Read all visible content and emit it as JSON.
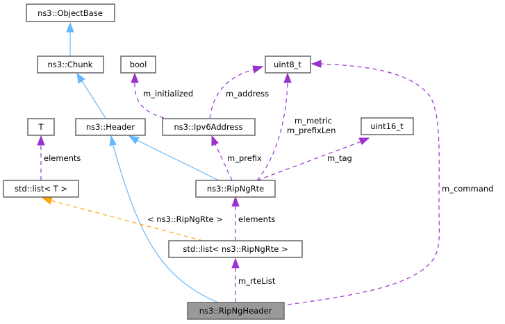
{
  "diagram": {
    "type": "collaboration-graph",
    "focus_node": "ns3::RipNgHeader",
    "nodes": {
      "objectbase": "ns3::ObjectBase",
      "chunk": "ns3::Chunk",
      "bool": "bool",
      "uint8": "uint8_t",
      "t": "T",
      "header": "ns3::Header",
      "ipv6address": "ns3::Ipv6Address",
      "uint16": "uint16_t",
      "stdlist_t": "std::list< T >",
      "ripngrte": "ns3::RipNgRte",
      "stdlist_rte": "std::list< ns3::RipNgRte >",
      "ripngheader": "ns3::RipNgHeader"
    },
    "edge_labels": {
      "m_initialized": "m_initialized",
      "m_address": "m_address",
      "m_metric": "m_metric",
      "m_prefixLen": "m_prefixLen",
      "m_tag": "m_tag",
      "m_prefix": "m_prefix",
      "elements_t": "elements",
      "template_arg": "< ns3::RipNgRte >",
      "elements_rte": "elements",
      "m_rteList": "m_rteList",
      "m_command": "m_command"
    },
    "edges": [
      {
        "from": "chunk",
        "to": "objectbase",
        "kind": "inheritance"
      },
      {
        "from": "header",
        "to": "chunk",
        "kind": "inheritance"
      },
      {
        "from": "ripngrte",
        "to": "header",
        "kind": "inheritance"
      },
      {
        "from": "ripngheader",
        "to": "header",
        "kind": "inheritance"
      },
      {
        "from": "ipv6address",
        "to": "bool",
        "kind": "usage",
        "label": "m_initialized"
      },
      {
        "from": "ipv6address",
        "to": "uint8",
        "kind": "usage",
        "label": "m_address"
      },
      {
        "from": "ripngrte",
        "to": "uint8",
        "kind": "usage",
        "label": "m_metric m_prefixLen"
      },
      {
        "from": "ripngrte",
        "to": "uint16",
        "kind": "usage",
        "label": "m_tag"
      },
      {
        "from": "ripngrte",
        "to": "ipv6address",
        "kind": "usage",
        "label": "m_prefix"
      },
      {
        "from": "stdlist_t",
        "to": "t",
        "kind": "usage",
        "label": "elements"
      },
      {
        "from": "stdlist_rte",
        "to": "stdlist_t",
        "kind": "template-instance",
        "label": "< ns3::RipNgRte >"
      },
      {
        "from": "stdlist_rte",
        "to": "ripngrte",
        "kind": "usage",
        "label": "elements"
      },
      {
        "from": "ripngheader",
        "to": "stdlist_rte",
        "kind": "usage",
        "label": "m_rteList"
      },
      {
        "from": "ripngheader",
        "to": "uint8",
        "kind": "usage",
        "label": "m_command"
      }
    ],
    "colors": {
      "inheritance": "#63b8ff",
      "usage": "#9a32cd",
      "template": "#ffa500",
      "focus_fill": "#999999",
      "node_border": "#666666"
    }
  }
}
